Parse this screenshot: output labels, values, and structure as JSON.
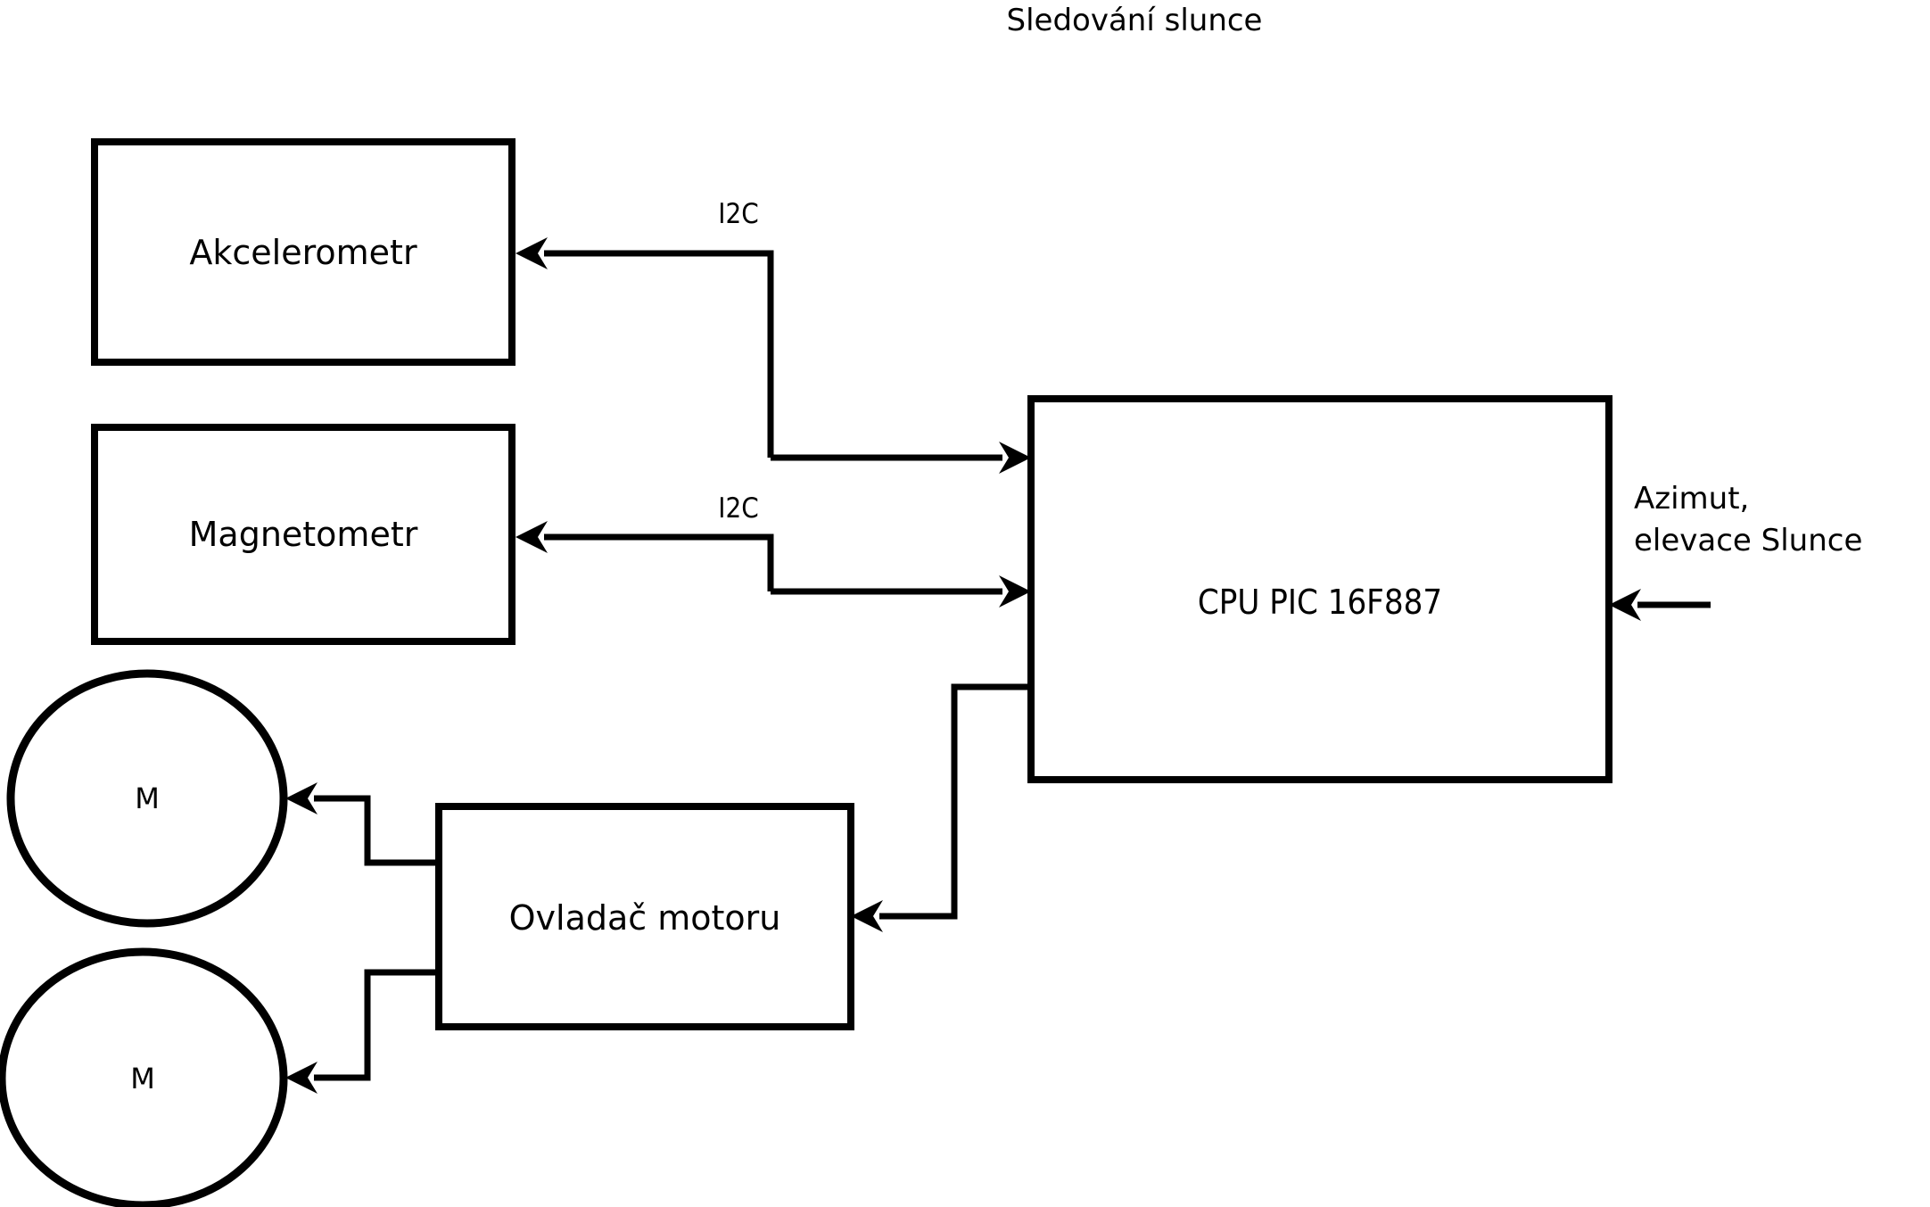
{
  "diagram": {
    "title": "Sledování slunce",
    "background_color": "#ffffff",
    "line_color": "#000000",
    "blocks": {
      "accelerometer": {
        "label": "Akcelerometr"
      },
      "magnetometer": {
        "label": "Magnetometr"
      },
      "cpu": {
        "label": "CPU PIC 16F887"
      },
      "motor_driver": {
        "label": "Ovladač motoru"
      },
      "motor_top": {
        "label": "M"
      },
      "motor_bottom": {
        "label": "M"
      }
    },
    "bus_labels": {
      "accelerometer_bus": "I2C",
      "magnetometer_bus": "I2C"
    },
    "external_input": {
      "line1": "Azimut,",
      "line2": "elevace Slunce"
    }
  }
}
